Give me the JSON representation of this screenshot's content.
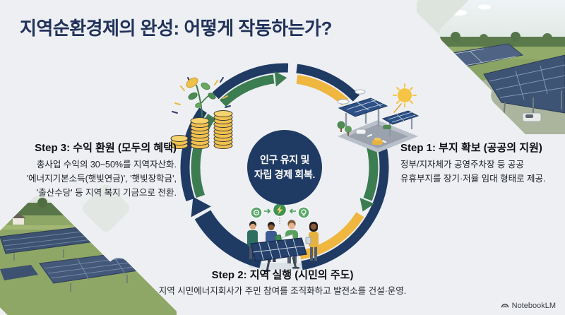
{
  "title": "지역순환경제의 완성: 어떻게 작동하는가?",
  "center": {
    "line1": "인구 유지 및",
    "line2": "자립 경제 회복."
  },
  "steps": {
    "step1": {
      "title": "Step 1: 부지 확보 (공공의 지원)",
      "lines": [
        "정부/지자체가 공영주차장 등 공공",
        "유휴부지를 장기·저율 임대 형태로 제공."
      ]
    },
    "step2": {
      "title": "Step 2: 지역 실행 (시민의 주도)",
      "lines": [
        "지역 시민에너지회사가 주민 참여를 조직화하고 발전소를 건설·운영."
      ]
    },
    "step3": {
      "title": "Step 3: 수익 환원 (모두의 혜택)",
      "lines": [
        "총사업 수익의 30~50%를 지역자산화.",
        "'에너지기본소득(햇빛연금)', '햇빛장학금',",
        "'출산수당' 등 지역 복지 기금으로 전환."
      ]
    }
  },
  "watermark": "NotebookLM",
  "colors": {
    "navy": "#1f3a63",
    "green": "#3c7c51",
    "yellow": "#efb640",
    "background": "#edeff3",
    "title_navy": "#21325a",
    "disc_text": "#ffffff"
  }
}
